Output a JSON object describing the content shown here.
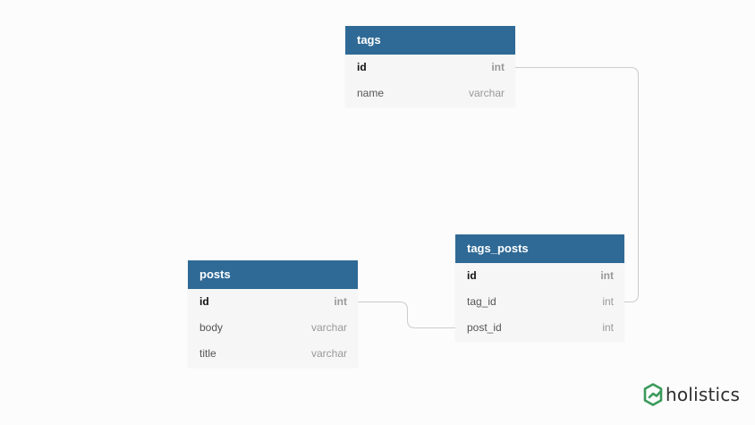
{
  "colors": {
    "header": "#2f6a96",
    "table_body": "#f6f6f6",
    "connector": "#cccccc",
    "logo_green": "#3a9a5a",
    "background": "#fcfcfc"
  },
  "tables": {
    "tags": {
      "name": "tags",
      "fields": [
        {
          "name": "id",
          "type": "int"
        },
        {
          "name": "name",
          "type": "varchar"
        }
      ]
    },
    "posts": {
      "name": "posts",
      "fields": [
        {
          "name": "id",
          "type": "int"
        },
        {
          "name": "body",
          "type": "varchar"
        },
        {
          "name": "title",
          "type": "varchar"
        }
      ]
    },
    "tags_posts": {
      "name": "tags_posts",
      "fields": [
        {
          "name": "id",
          "type": "int"
        },
        {
          "name": "tag_id",
          "type": "int"
        },
        {
          "name": "post_id",
          "type": "int"
        }
      ]
    }
  },
  "relations": [
    {
      "from": "tags.id",
      "to": "tags_posts.tag_id"
    },
    {
      "from": "posts.id",
      "to": "tags_posts.post_id"
    }
  ],
  "brand": {
    "text": "holistics",
    "icon": "holistics-hexagon-logo-icon"
  }
}
